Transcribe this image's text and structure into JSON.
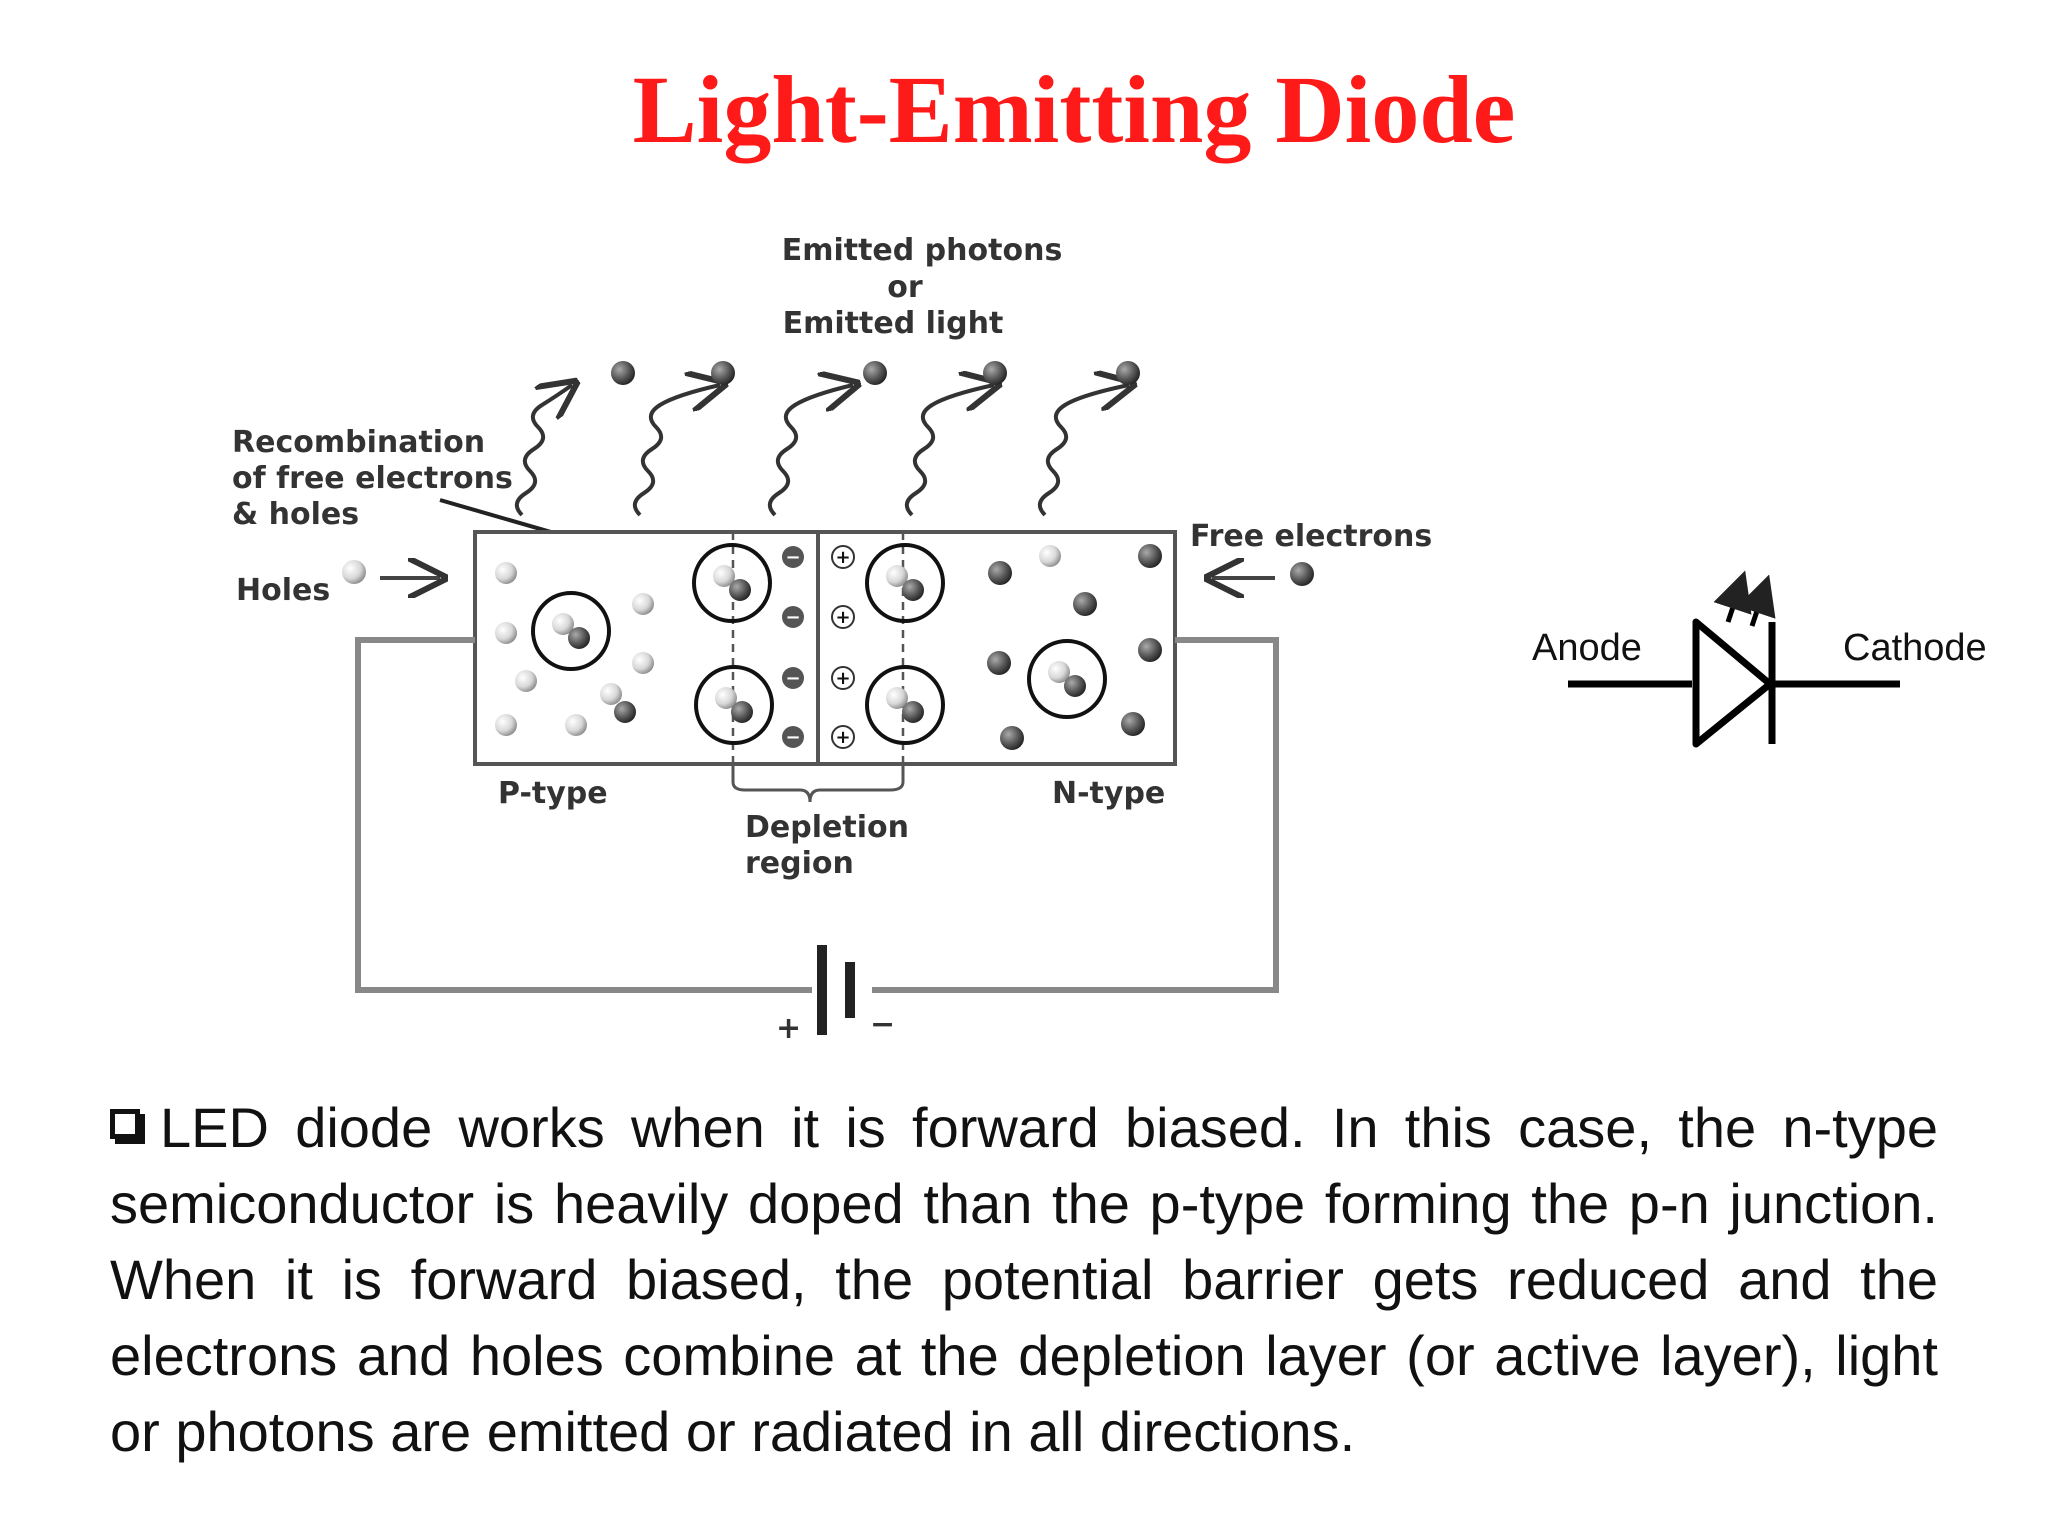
{
  "title": "Light-Emitting Diode",
  "diagram": {
    "emitted_label": [
      "Emitted photons",
      "or",
      "Emitted light"
    ],
    "recombination_label": [
      "Recombination",
      "of free electrons",
      "& holes"
    ],
    "holes_label": "Holes",
    "free_electrons_label": "Free electrons",
    "p_type_label": "P-type",
    "n_type_label": "N-type",
    "depletion_label": [
      "Depletion",
      "region"
    ],
    "battery_plus": "+",
    "battery_minus": "−",
    "minus_sign": "−",
    "plus_sign": "+"
  },
  "symbol": {
    "anode_label": "Anode",
    "cathode_label": "Cathode"
  },
  "paragraph": {
    "text": "LED diode works when it is forward biased. In this case, the n-type semiconductor is heavily doped than the p-type forming the p-n junction. When it is forward biased, the potential barrier gets reduced and the electrons and holes combine at the depletion layer (or active layer), light or photons are emitted or radiated in all directions."
  },
  "colors": {
    "title": "#ff1a1a",
    "diagram_ink": "#333333",
    "hole": "#dddddd",
    "electron": "#555555"
  }
}
